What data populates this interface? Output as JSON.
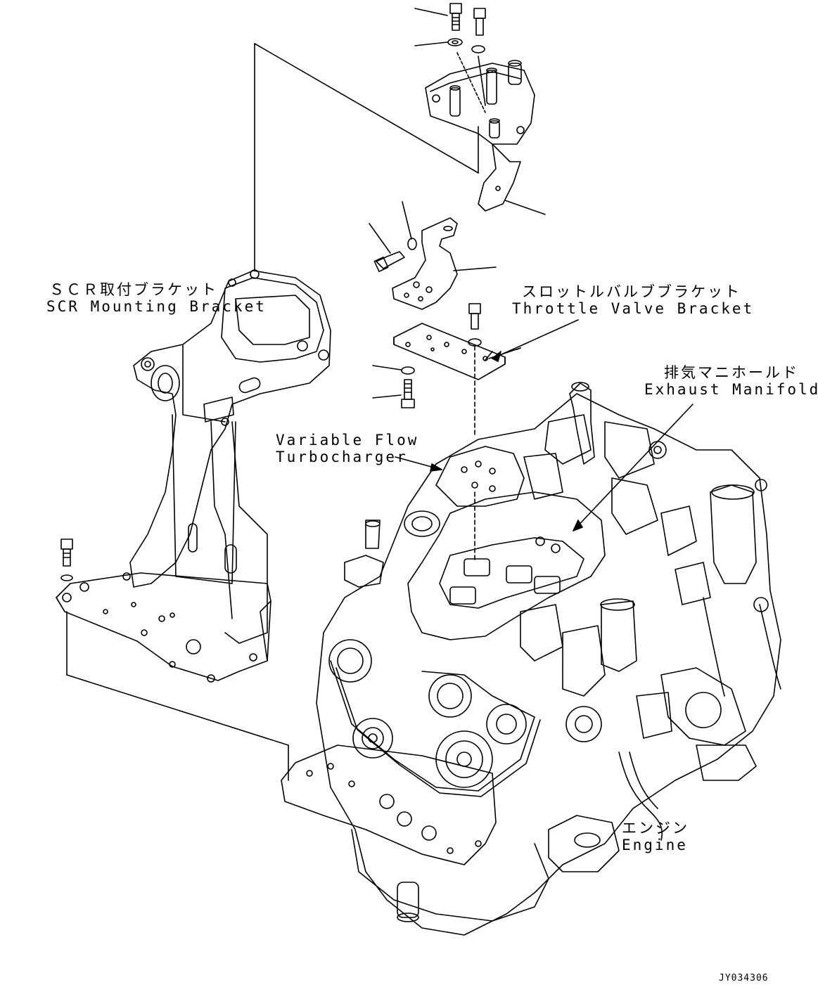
{
  "labels": {
    "scr_bracket": {
      "jp": "ＳＣＲ取付ブラケット",
      "en": "SCR Mounting Bracket"
    },
    "throttle_bracket": {
      "jp": "スロットルバルブブラケット",
      "en": "Throttle Valve Bracket"
    },
    "exhaust_manifold": {
      "jp": "排気マニホールド",
      "en": "Exhaust Manifold"
    },
    "turbocharger": {
      "line1": "Variable Flow",
      "line2": "Turbocharger"
    },
    "engine": {
      "jp": "エンジン",
      "en": "Engine"
    }
  },
  "drawing_code": "JY034306"
}
